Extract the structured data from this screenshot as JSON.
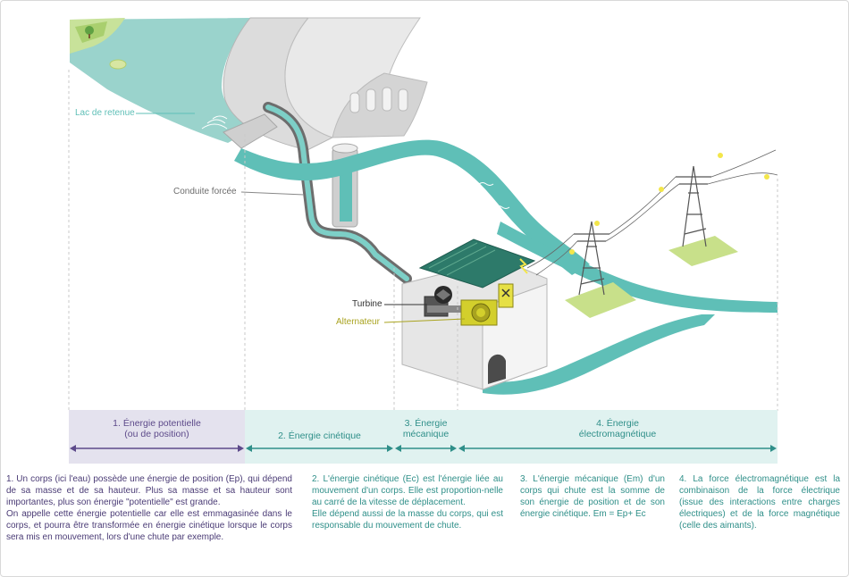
{
  "labels": {
    "lake": "Lac de retenue",
    "penstock": "Conduite forcée",
    "turbine": "Turbine",
    "alternator": "Alternateur"
  },
  "phases": [
    {
      "title_line1": "1. Énergie potentielle",
      "title_line2": "(ou de position)"
    },
    {
      "title_line1": "2. Énergie cinétique",
      "title_line2": ""
    },
    {
      "title_line1": "3. Énergie",
      "title_line2": "mécanique"
    },
    {
      "title_line1": "4. Énergie",
      "title_line2": "électromagnétique"
    }
  ],
  "descriptions": [
    {
      "paragraphs": [
        "1. Un corps (ici l'eau) possède une énergie de position (Ep), qui dépend de sa masse et de sa hauteur. Plus sa masse et sa hauteur sont importantes, plus son énergie \"potentielle\" est grande.",
        "On appelle cette énergie potentielle car elle est emmagasinée dans le corps, et pourra être transformée en énergie cinétique lorsque le corps sera mis en mouvement, lors d'une chute par exemple."
      ]
    },
    {
      "paragraphs": [
        "2. L'énergie cinétique (Ec) est l'énergie liée au mouvement d'un corps. Elle est proportion-nelle au carré de la vitesse de déplacement.",
        "Elle dépend aussi de la masse du corps, qui est responsable du mouvement de chute."
      ]
    },
    {
      "paragraphs": [
        "3. L'énergie mécanique (Em) d'un corps qui chute est la somme de son énergie de position et de son énergie cinétique.  Em = Ep+ Ec"
      ]
    },
    {
      "paragraphs": [
        "4. La force électromagnétique est la combinaison de la force électrique (issue des interactions entre charges électriques) et de la force magnétique (celle des aimants)."
      ]
    }
  ],
  "colors": {
    "water": "#5fbfb7",
    "water_dark": "#3a9e98",
    "phase1_bg": "#e4e2ee",
    "phase1_text": "#5d4a8a",
    "phase_other_bg": "#e0f2f0",
    "phase_other_text": "#2f8f89",
    "alternator": "#a9a31f",
    "roof": "#2d7a6a",
    "tower_base": "#c8e08a",
    "spark": "#f3e64a"
  }
}
